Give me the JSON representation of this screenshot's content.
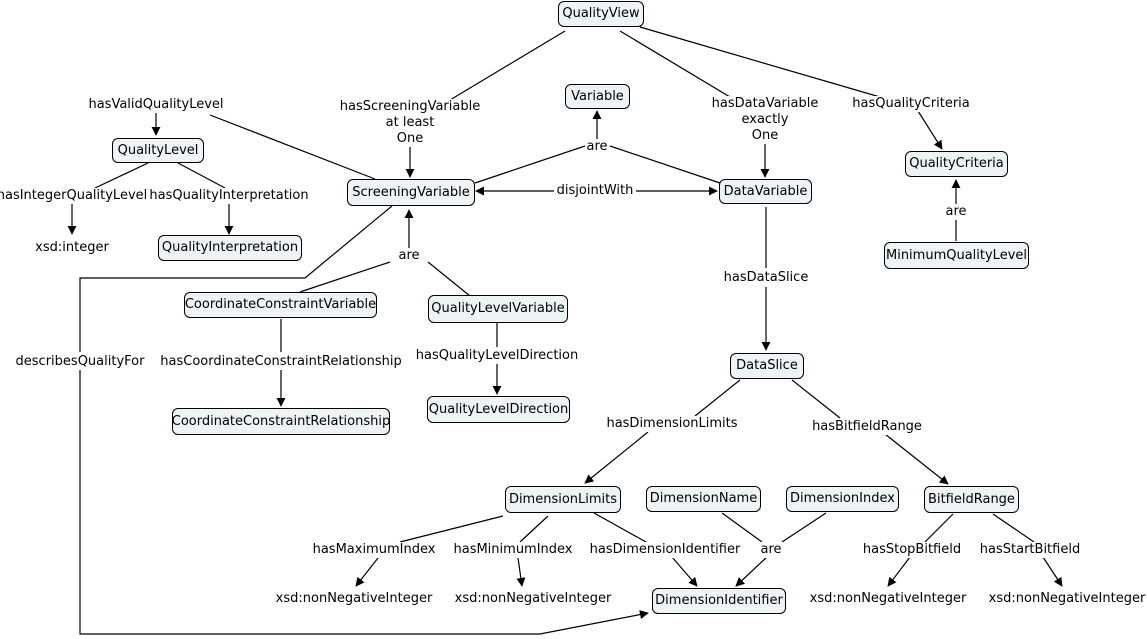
{
  "nodes": {
    "quality_view": "QualityView",
    "variable": "Variable",
    "quality_level": "QualityLevel",
    "screening_variable": "ScreeningVariable",
    "data_variable": "DataVariable",
    "quality_criteria": "QualityCriteria",
    "quality_interpretation": "QualityInterpretation",
    "minimum_quality_level": "MinimumQualityLevel",
    "coordinate_constraint_variable": "CoordinateConstraintVariable",
    "quality_level_variable": "QualityLevelVariable",
    "data_slice": "DataSlice",
    "coordinate_constraint_relationship": "CoordinateConstraintRelationship",
    "quality_level_direction": "QualityLevelDirection",
    "dimension_limits": "DimensionLimits",
    "dimension_name": "DimensionName",
    "dimension_index": "DimensionIndex",
    "bitfield_range": "BitfieldRange",
    "dimension_identifier": "DimensionIdentifier"
  },
  "literals": {
    "xsd_integer": "xsd:integer",
    "xsd_nni_max": "xsd:nonNegativeInteger",
    "xsd_nni_min": "xsd:nonNegativeInteger",
    "xsd_nni_stop": "xsd:nonNegativeInteger",
    "xsd_nni_start": "xsd:nonNegativeInteger"
  },
  "links": {
    "has_valid_quality_level": "hasValidQualityLevel",
    "has_screening_variable": [
      "hasScreeningVariable",
      "at least",
      "One"
    ],
    "are_variable": "are",
    "has_data_variable": [
      "hasDataVariable",
      "exactly",
      "One"
    ],
    "has_quality_criteria": "hasQualityCriteria",
    "has_integer_quality_level": "hasIntegerQualityLevel",
    "has_quality_interpretation": "hasQualityInterpretation",
    "disjoint_with": "disjointWith",
    "are_minimum": "are",
    "are_screening": "are",
    "has_data_slice": "hasDataSlice",
    "describes_quality_for": "describesQualityFor",
    "has_coordinate_constraint_relationship": "hasCoordinateConstraintRelationship",
    "has_quality_level_direction": "hasQualityLevelDirection",
    "has_dimension_limits": "hasDimensionLimits",
    "has_bitfield_range": "hasBitfieldRange",
    "has_maximum_index": "hasMaximumIndex",
    "has_minimum_index": "hasMinimumIndex",
    "has_dimension_identifier": "hasDimensionIdentifier",
    "are_dimension": "are",
    "has_stop_bitfield": "hasStopBitfield",
    "has_start_bitfield": "hasStartBitfield"
  }
}
